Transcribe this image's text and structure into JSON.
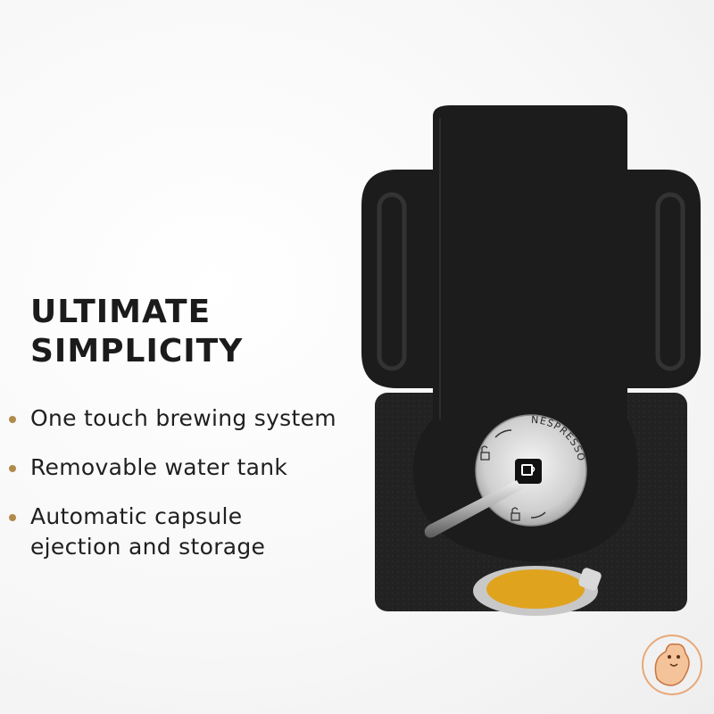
{
  "headline": {
    "line1": "ULTIMATE",
    "line2": "SIMPLICITY"
  },
  "features": [
    {
      "lines": [
        "One touch brewing system"
      ]
    },
    {
      "lines": [
        "Removable water tank"
      ]
    },
    {
      "lines": [
        "Automatic capsule",
        "ejection and storage"
      ]
    }
  ],
  "machine": {
    "brand": "NESPRESSO",
    "icons": [
      "cup-icon",
      "lock-icon",
      "unlock-icon"
    ]
  },
  "colors": {
    "bullet": "#b08a4a",
    "machine_body": "#1c1c1c",
    "capsule": "#e0a31e"
  }
}
